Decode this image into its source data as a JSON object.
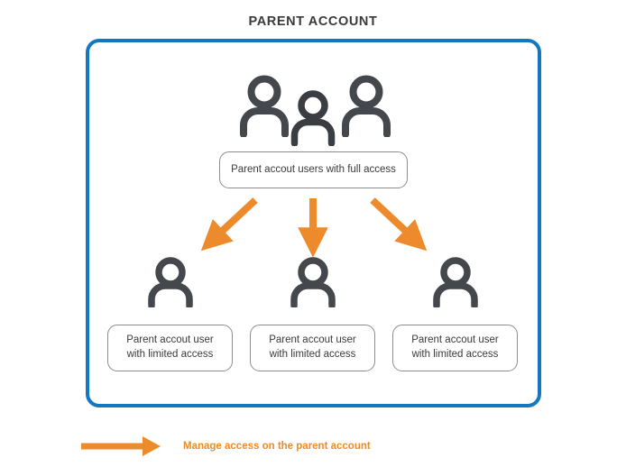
{
  "diagram": {
    "title": "PARENT ACCOUNT",
    "colors": {
      "frame_blue": "#1578be",
      "arrow_orange": "#ed8b2c",
      "icon_gray": "#44474c",
      "box_border_gray": "#8b8d90",
      "title_text": "#3a3a3c"
    },
    "top_group": {
      "icon_name": "group-of-users-icon",
      "icon_count": 3,
      "label": "Parent accout users with full access"
    },
    "arrows": [
      {
        "name": "arrow-to-limited-user-1",
        "direction": "down-left"
      },
      {
        "name": "arrow-to-limited-user-2",
        "direction": "down"
      },
      {
        "name": "arrow-to-limited-user-3",
        "direction": "down-right"
      }
    ],
    "limited_users": [
      {
        "icon_name": "single-user-icon",
        "label_line1": "Parent accout user",
        "label_line2": "with limited access"
      },
      {
        "icon_name": "single-user-icon",
        "label_line1": "Parent accout user",
        "label_line2": "with limited access"
      },
      {
        "icon_name": "single-user-icon",
        "label_line1": "Parent accout user",
        "label_line2": "with limited access"
      }
    ],
    "legend": {
      "icon_name": "right-arrow-icon",
      "label": "Manage access on the parent account"
    }
  }
}
